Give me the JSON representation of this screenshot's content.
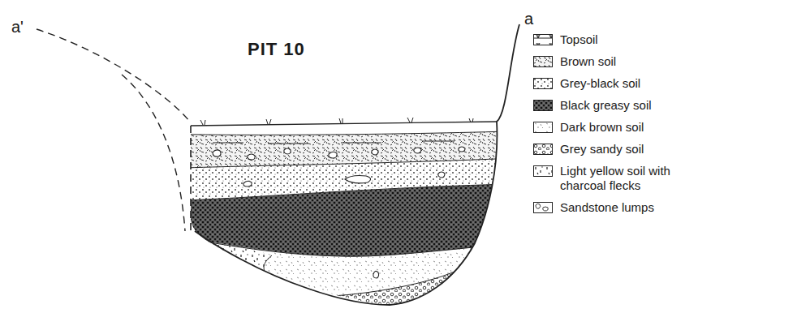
{
  "diagram": {
    "title": "PIT 10",
    "labels": [
      "a'",
      "a"
    ],
    "legend": [
      {
        "text": "Topsoil"
      },
      {
        "text": "Brown soil"
      },
      {
        "text": "Grey-black soil"
      },
      {
        "text": "Black greasy soil"
      },
      {
        "text": "Dark brown soil"
      },
      {
        "text": "Grey sandy soil"
      },
      {
        "text": "Light yellow soil with charcoal flecks"
      },
      {
        "text": "Sandstone lumps"
      }
    ]
  }
}
